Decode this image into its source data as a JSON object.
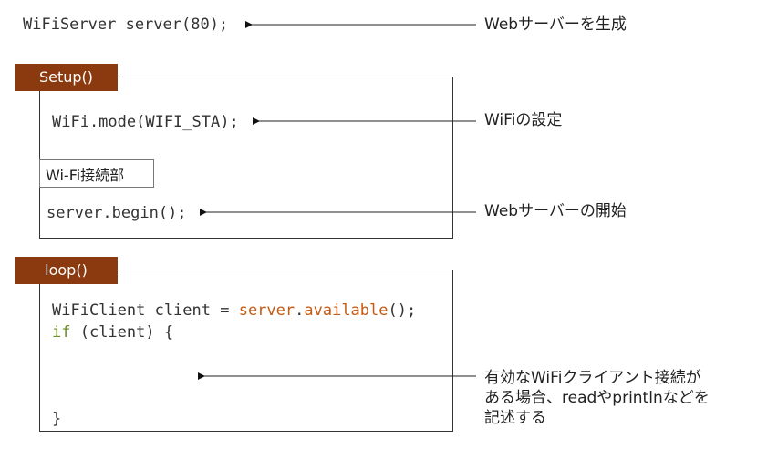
{
  "header": {
    "code": "WiFiServer server(80);",
    "note": "Webサーバーを生成"
  },
  "setup": {
    "tab_label": "Setup()",
    "mode_code": "WiFi.mode(WIFI_STA);",
    "mode_note": "WiFiの設定",
    "wifi_section": "Wi-Fi接続部",
    "begin_code": "server.begin();",
    "begin_note": "Webサーバーの開始"
  },
  "loop": {
    "tab_label": "loop()",
    "client_prefix": "WiFiClient client = ",
    "client_server": "server",
    "client_dot": ".",
    "client_method": "available",
    "client_suffix": "();",
    "if_keyword": "if",
    "if_rest": " (client) {",
    "closing_brace": "}",
    "note_lines": [
      "有効なWiFiクライアント接続が",
      "ある場合、readやprintlnなどを",
      "記述する"
    ]
  },
  "colors": {
    "tab_bg": "#8b3a0f",
    "accent_orange": "#c55a11",
    "keyword_green": "#6b8e23"
  }
}
